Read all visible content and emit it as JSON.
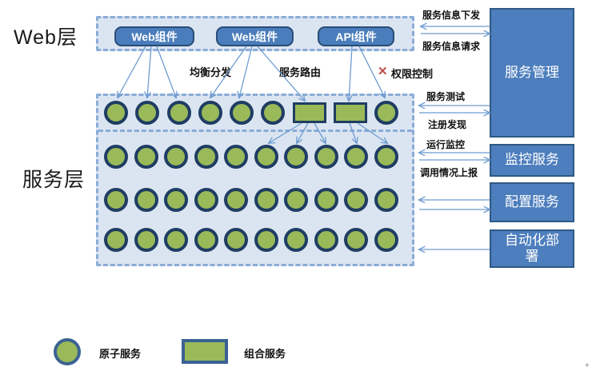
{
  "layers": {
    "web_layer_label": "Web层",
    "service_layer_label": "服务层"
  },
  "web_layer": {
    "components": [
      "Web组件",
      "Web组件",
      "API组件"
    ]
  },
  "mid_annotations": {
    "load_balance": "均衡分发",
    "service_route": "服务路由",
    "permission_control": "权限控制",
    "x_mark": "✕"
  },
  "service_layer": {
    "rows": [
      {
        "items": [
          "circle",
          "circle",
          "circle",
          "circle",
          "circle",
          "circle",
          "rect",
          "rect",
          "circle"
        ]
      },
      {
        "items": [
          "circle",
          "circle",
          "circle",
          "circle",
          "circle",
          "circle",
          "circle",
          "circle",
          "circle",
          "circle"
        ]
      },
      {
        "items": [
          "circle",
          "circle",
          "circle",
          "circle",
          "circle",
          "circle",
          "circle",
          "circle",
          "circle",
          "circle"
        ]
      },
      {
        "items": [
          "circle",
          "circle",
          "circle",
          "circle",
          "circle",
          "circle",
          "circle",
          "circle",
          "circle",
          "circle"
        ]
      }
    ]
  },
  "right_panel": {
    "boxes": [
      {
        "label": "服务管理"
      },
      {
        "label": "监控服务"
      },
      {
        "label": "配置服务"
      },
      {
        "label": "自动化部署"
      }
    ]
  },
  "flow_labels": {
    "info_push": "服务信息下发",
    "info_request": "服务信息请求",
    "service_test": "服务测试",
    "register_discover": "注册发现",
    "runtime_monitor": "运行监控",
    "call_report": "调用情况上报"
  },
  "legend": {
    "items": [
      {
        "shape": "circle",
        "label": "原子服务"
      },
      {
        "shape": "rect",
        "label": "组合服务"
      }
    ]
  },
  "cursor_artifact": "+",
  "colors": {
    "box_fill": "#dbe5f1",
    "dashed_border": "#8aabd6",
    "component_blue": "#4a7dbb",
    "component_border": "#2a4d77",
    "service_green": "#9aba59",
    "node_border": "#1f3d63",
    "right_box_blue": "#4d7ebd",
    "arrow_blue": "#6d9bd1",
    "x_red": "#c0504d"
  }
}
